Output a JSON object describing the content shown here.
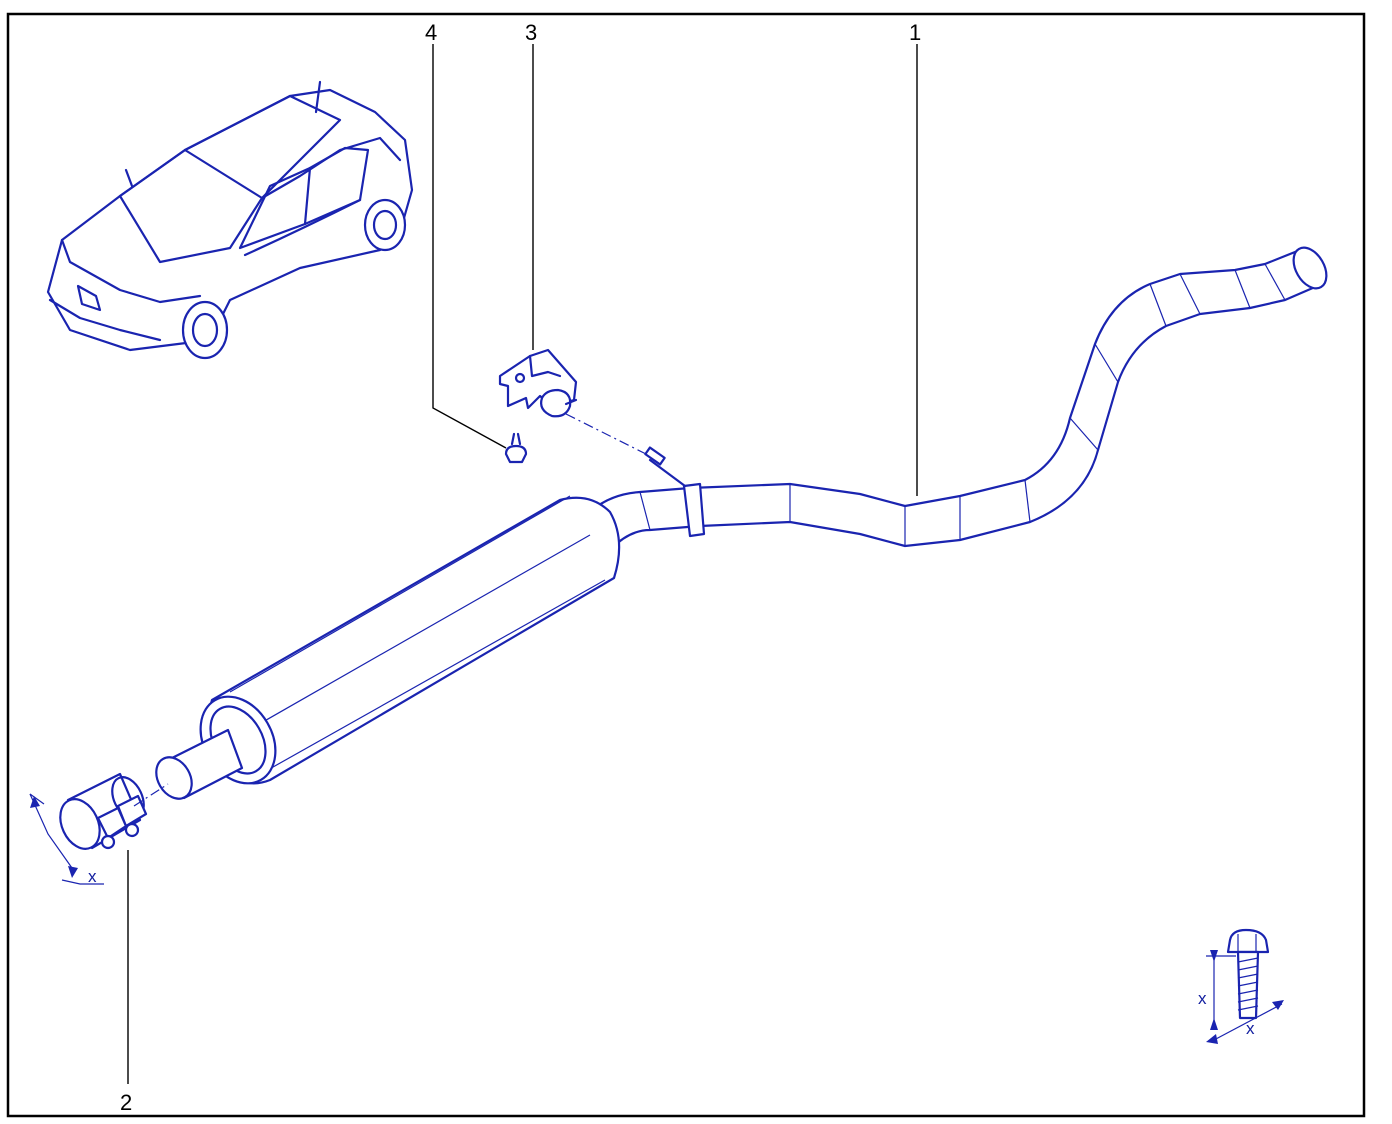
{
  "callouts": {
    "part_1": "1",
    "part_2": "2",
    "part_3": "3",
    "part_4": "4"
  },
  "dimensions": {
    "clamp_x": "x",
    "bolt_x_left": "x",
    "bolt_x_bottom": "x"
  },
  "colors": {
    "line_art": "#1a24b0",
    "frame": "#000000",
    "background": "#ffffff"
  }
}
